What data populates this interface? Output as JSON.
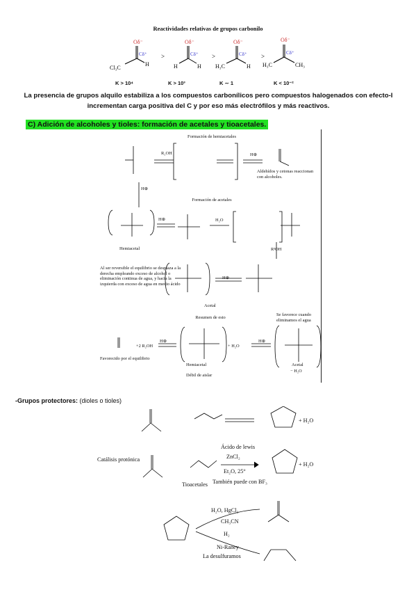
{
  "reactivity": {
    "title": "Reactividades relativas de grupos carbonilo",
    "k_values": [
      "K > 10⁴",
      "K > 10³",
      "K ∼ 1",
      "K < 10⁻²"
    ],
    "gt": ">",
    "compounds": [
      {
        "left": "Cl₃C",
        "right": "H"
      },
      {
        "left": "H",
        "right": "H"
      },
      {
        "left": "H₃C",
        "right": "H"
      },
      {
        "left": "H₃C",
        "right": "CH₃"
      }
    ],
    "charges": {
      "o": "Oδ⁻",
      "c": "Cδ⁺"
    }
  },
  "paragraph": "La presencia de grupos alquilo estabiliza a los compuestos carbonílicos pero compuestos halogenados con efecto-I incrementan carga positiva del C y por eso más electrófilos y más reactivos.",
  "section_c": {
    "title": "C)  Adición de alcoholes y tioles: formación de acetales y tioacetales.",
    "formacion_hemiacetales": "Formación de hemiacetales",
    "aldehidos_note": "Aldehídos y cetonas reaccionan con alcoholes.",
    "formacion_acetales": "Formación de acetales",
    "hemiacetal": "Hemiacetal",
    "acetal": "Acetal",
    "reversible_note": "Al ser reversible el equilibrio se desplaza a la derecha empleando exceso de alcohol o eliminación continua de agua, y hacia la izquierda con exceso de agua en medio ácido",
    "resumen": "Resumen de esto",
    "favorece_note": "Se favorece cuando eliminamos el agua",
    "favorecido_eq": "Favorecido por el equilibrio",
    "debil": "Débil de aislar",
    "r2oh": "R₂OH",
    "plus_2r2oh": "+2 R₂OH",
    "plus_h2o": "+ H₂O",
    "h2o": "H₂O",
    "minus_h2o": "− H₂O",
    "h_plus": "H⊕",
    "r3oh": "R³OH"
  },
  "protectores": {
    "title": "-Grupos protectores:",
    "subtitle": "(dioles o tioles)",
    "catalisis": "Catálisis protónica",
    "tioacetales": "Tioacetales",
    "acido_lewis": "Ácido de lewis",
    "zncl2": "ZnCl₂",
    "et2o": "Et₂O, 25°",
    "bf3": "También puede con BF₃",
    "plus_h2o": "+ H₂O",
    "hydrolysis_1": "H₂O, HgCl₂",
    "hydrolysis_2": "CH₃CN",
    "h2": "H₂",
    "ni_raney": "Ni-Raney",
    "desulfuramos": "La desulfuramos"
  }
}
